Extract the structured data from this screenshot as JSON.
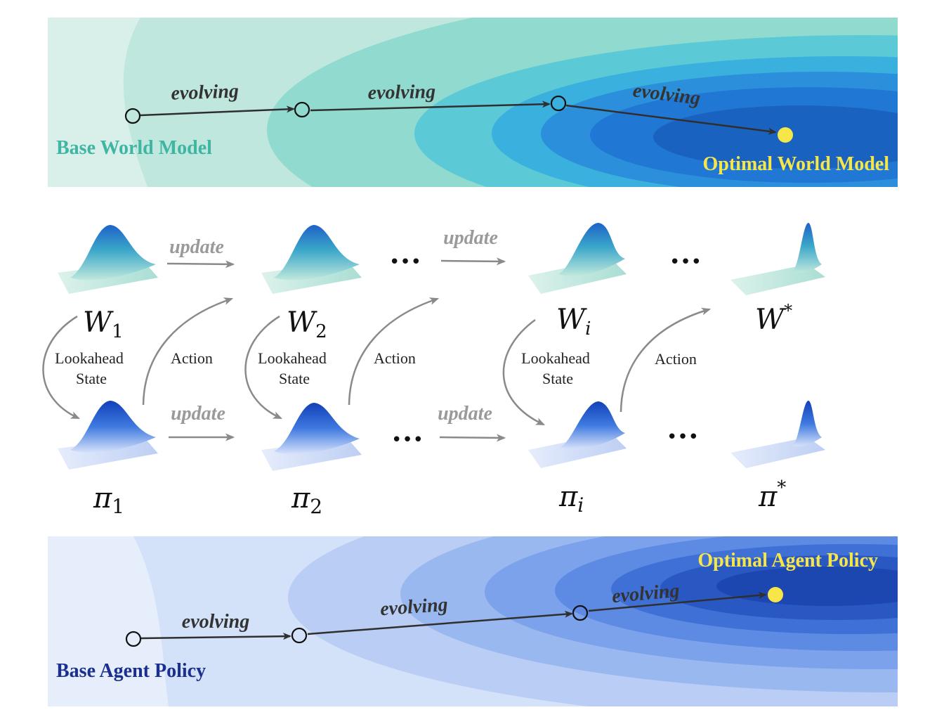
{
  "world_panel": {
    "base_label": "Base World Model",
    "optimal_label": "Optimal World Model",
    "evolve_labels": [
      "evolving",
      "evolving",
      "evolving"
    ],
    "colors": {
      "label_base": "#3fb5a3",
      "label_optimal": "#f7e64a",
      "light": "#d9f0ea",
      "dark": "#1a62c0"
    }
  },
  "policy_panel": {
    "base_label": "Base Agent Policy",
    "optimal_label": "Optimal Agent Policy",
    "evolve_labels": [
      "evolving",
      "evolving",
      "evolving"
    ],
    "colors": {
      "label_base": "#1a2f8f",
      "label_optimal": "#f7e64a",
      "light": "#e6eefc",
      "dark": "#123fa8"
    }
  },
  "middle": {
    "world_models": [
      {
        "base": "W",
        "sub": "1"
      },
      {
        "base": "W",
        "sub": "2"
      },
      {
        "base": "W",
        "sub": "i"
      },
      {
        "base": "W",
        "sup": "*"
      }
    ],
    "policies": [
      {
        "base": "π",
        "sub": "1"
      },
      {
        "base": "π",
        "sub": "2"
      },
      {
        "base": "π",
        "sub": "i"
      },
      {
        "base": "π",
        "sup": "*"
      }
    ],
    "update_label": "update",
    "ellipsis": "•••",
    "lookahead_label": [
      "Lookahead",
      "State"
    ],
    "action_label": "Action"
  }
}
